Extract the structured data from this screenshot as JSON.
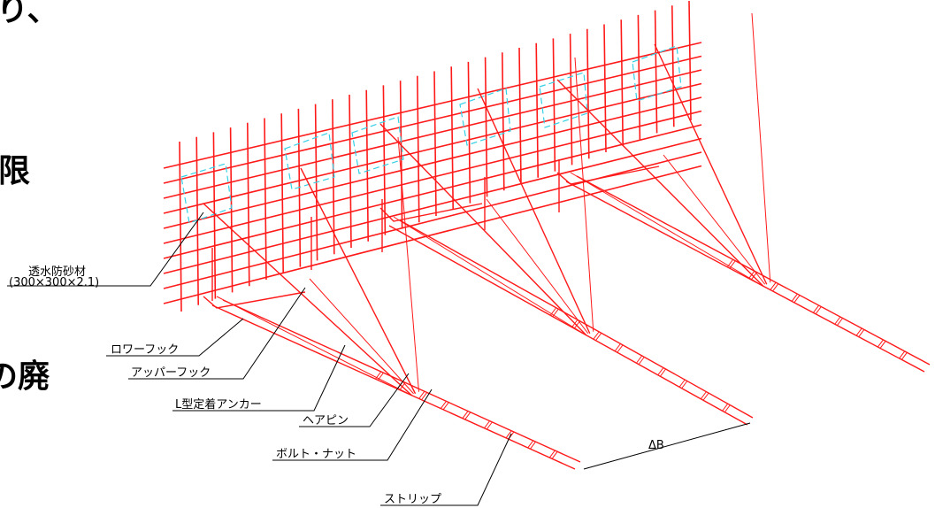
{
  "side_text": [
    {
      "id": "top",
      "text": "り、"
    },
    {
      "id": "mid",
      "text": "限"
    },
    {
      "id": "bottom",
      "text": "の廃"
    }
  ],
  "labels": {
    "drain_sand_filter": "透水防砂材",
    "drain_sand_filter_size": "(300×300×2.1)",
    "lower_hook": "ロワーフック",
    "upper_hook": "アッパーフック",
    "l_anchor": "L型定着アンカー",
    "hairpin": "ヘアピン",
    "bolt_nut": "ボルト・ナット",
    "strip": "ストリップ",
    "dimension": "ΔB"
  },
  "colors": {
    "rebar": "#ff1a1a",
    "filter": "#35d0e6",
    "text": "#000000"
  }
}
